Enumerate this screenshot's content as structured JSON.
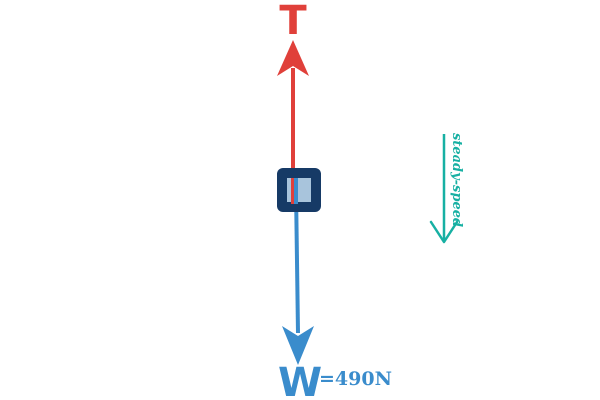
{
  "colors": {
    "tension": "#e0403a",
    "weight": "#3a8ccc",
    "body_outer": "#163a66",
    "body_inner": "#a8c4dc",
    "motion": "#17b0a3",
    "weight_value": "#3a8ccc"
  },
  "forces": {
    "tension": {
      "symbol": "T"
    },
    "weight": {
      "symbol": "W",
      "value": "=490N"
    }
  },
  "motion": {
    "label": "steady-speed",
    "direction": "down",
    "icon": "arrow-down-icon"
  }
}
